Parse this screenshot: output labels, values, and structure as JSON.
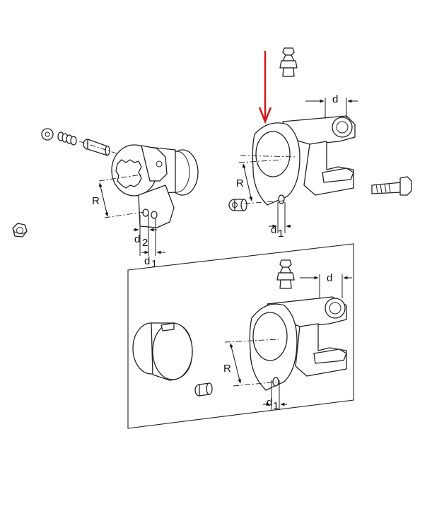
{
  "colors": {
    "line": "#222222",
    "arrow": "#d01818",
    "background": "#ffffff"
  },
  "labels": {
    "left_radius": "R",
    "left_d2_main": "d",
    "left_d2_sub": "2",
    "left_d1_main": "d",
    "left_d1_sub": "1",
    "upper_radius": "R",
    "upper_d": "d",
    "upper_d1_main": "d",
    "upper_d1_sub": "1",
    "lower_radius": "R",
    "lower_d": "d",
    "lower_d1_main": "d",
    "lower_d1_sub": "1"
  }
}
